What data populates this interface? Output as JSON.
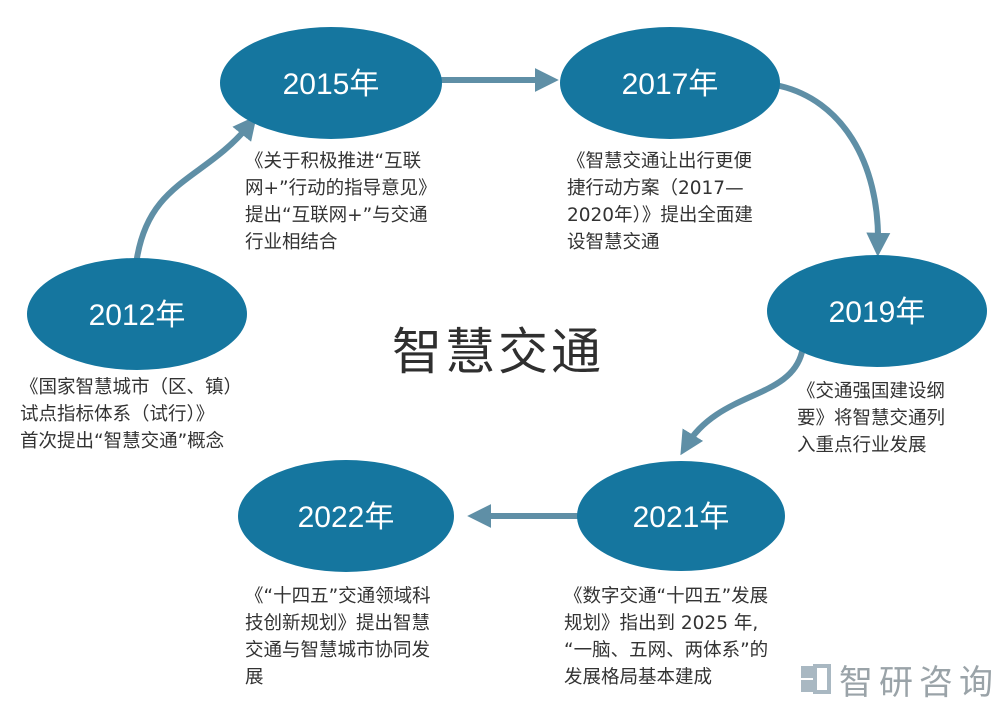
{
  "title": "智慧交通",
  "nodes": {
    "y2012": "2012年",
    "y2015": "2015年",
    "y2017": "2017年",
    "y2019": "2019年",
    "y2021": "2021年",
    "y2022": "2022年"
  },
  "descriptions": {
    "y2012": [
      "《国家智慧城市（区、镇）",
      "试点指标体系（试行）》",
      "首次提出“智慧交通”概念"
    ],
    "y2015": [
      "《关于积极推进“互联",
      "网+”行动的指导意见》",
      "提出“互联网+”与交通",
      "行业相结合"
    ],
    "y2017": [
      "《智慧交通让出行更便",
      "捷行动方案（2017—",
      "2020年）》提出全面建",
      "设智慧交通"
    ],
    "y2019": [
      "《交通强国建设纲",
      "要》将智慧交通列",
      "入重点行业发展"
    ],
    "y2021": [
      "《数字交通“十四五”发展",
      "规划》指出到 2025 年,",
      "“一脑、五网、两体系”的",
      "发展格局基本建成"
    ],
    "y2022": [
      "《“十四五”交通领域科",
      "技创新规划》提出智慧",
      "交通与智慧城市协同发",
      "展"
    ]
  },
  "watermark": {
    "text": "智研咨询",
    "icon": "zhiyan-logo-icon"
  },
  "colors": {
    "node": "#15769f",
    "connector": "#5f8fa6",
    "text": "#333333"
  }
}
